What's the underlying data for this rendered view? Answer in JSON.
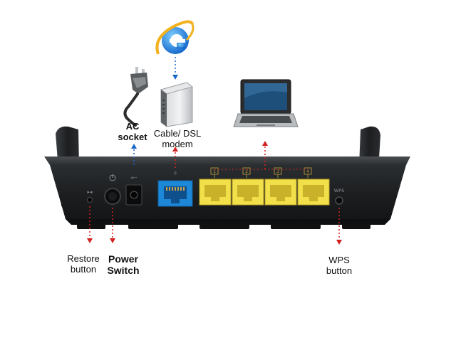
{
  "labels": {
    "ac_socket_line1": "AC",
    "ac_socket_line2": "socket",
    "modem_line1": "Cable/ DSL",
    "modem_line2": "modem",
    "restore_line1": "Restore",
    "restore_line2": "button",
    "power_line1": "Power",
    "power_line2": "Switch",
    "wps_line1": "WPS",
    "wps_line2": "button"
  },
  "router": {
    "wps_text": "WPS",
    "lan_port_numbers": [
      "1",
      "2",
      "3",
      "4"
    ]
  },
  "colors": {
    "router_body": "#1f2123",
    "wan_port": "#1e88d8",
    "lan_port": "#f2e04a",
    "arrow_red": "#d22020",
    "arrow_blue": "#1a66c8",
    "ie_blue": "#1f7fe0"
  },
  "icons": [
    "ie-logo-icon",
    "ac-plug-icon",
    "modem-icon",
    "laptop-icon"
  ]
}
